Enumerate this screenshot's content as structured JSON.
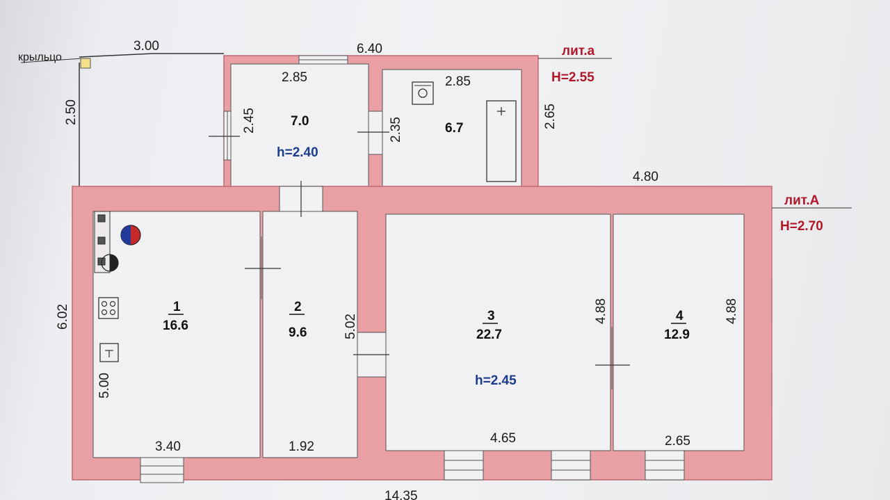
{
  "porch": {
    "label": "крыльцо",
    "width": "3.00",
    "depth": "2.50"
  },
  "annex": {
    "letter": "лит.а",
    "height": "H=2.55",
    "overall_width": "6.40",
    "room_height": "h=2.40",
    "right_depth": "2.65",
    "room_left": {
      "area": "7.0",
      "width": "2.85",
      "depth": "2.45"
    },
    "room_right": {
      "area": "6.7",
      "width": "2.85",
      "depth": "2.35"
    }
  },
  "main": {
    "letter": "лит.А",
    "height": "H=2.70",
    "overall_length": "14.35",
    "overall_depth": "6.02",
    "right_section_width": "4.80",
    "room_height": "h=2.45",
    "rooms": [
      {
        "num": "1",
        "area": "16.6",
        "width": "3.40",
        "depth": "5.00"
      },
      {
        "num": "2",
        "area": "9.6",
        "width": "1.92",
        "depth": "5.02"
      },
      {
        "num": "3",
        "area": "22.7",
        "width": "4.65",
        "depth": "4.88"
      },
      {
        "num": "4",
        "area": "12.9",
        "width": "2.65",
        "depth": "4.88"
      }
    ]
  },
  "colors": {
    "wall": "#e8a0a4",
    "wall_line": "#c06a72",
    "interior": "#f1f1f4",
    "accent_red": "#b0182a",
    "accent_blue": "#1c3c8c"
  }
}
